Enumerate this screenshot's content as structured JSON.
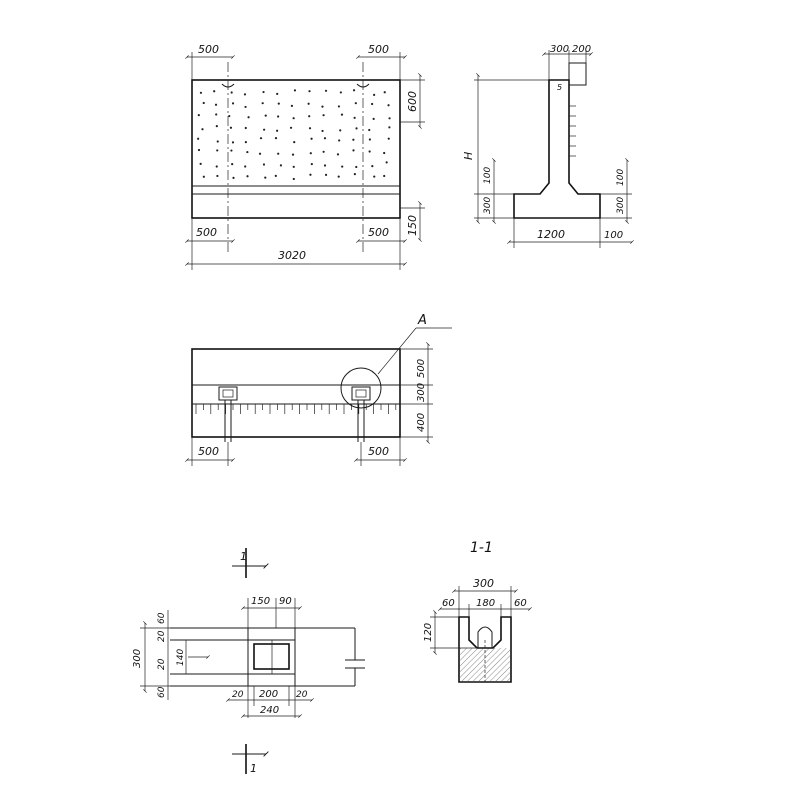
{
  "top_view": {
    "dims": {
      "left_top": "500",
      "right_top": "500",
      "right_side": "600",
      "left_bottom": "500",
      "right_bottom": "500",
      "bottom_side": "150",
      "overall": "3020"
    }
  },
  "section_profile": {
    "dims": {
      "top_a": "300",
      "top_b": "200",
      "height_label": "H",
      "left_100": "100",
      "left_300": "300",
      "right_100": "100",
      "right_300": "300",
      "base_width": "1200",
      "base_offset": "100",
      "marker": "5"
    }
  },
  "front_view": {
    "callout": "A",
    "dims": {
      "right_500": "500",
      "right_300": "300",
      "right_400": "400",
      "bottom_left": "500",
      "bottom_right": "500"
    }
  },
  "detail_a": {
    "section_mark": "1",
    "dims": {
      "top_150": "150",
      "top_90": "90",
      "left_300": "300",
      "left_60_top": "60",
      "left_20_top": "20",
      "left_140": "140",
      "left_20_bottom": "20",
      "left_60_bottom": "60",
      "bottom_20_left": "20",
      "bottom_200": "200",
      "bottom_20_right": "20",
      "bottom_240": "240"
    }
  },
  "section_1_1": {
    "title": "1-1",
    "dims": {
      "top_300": "300",
      "left_60": "60",
      "mid_180": "180",
      "right_60": "60",
      "side_120": "120"
    }
  }
}
